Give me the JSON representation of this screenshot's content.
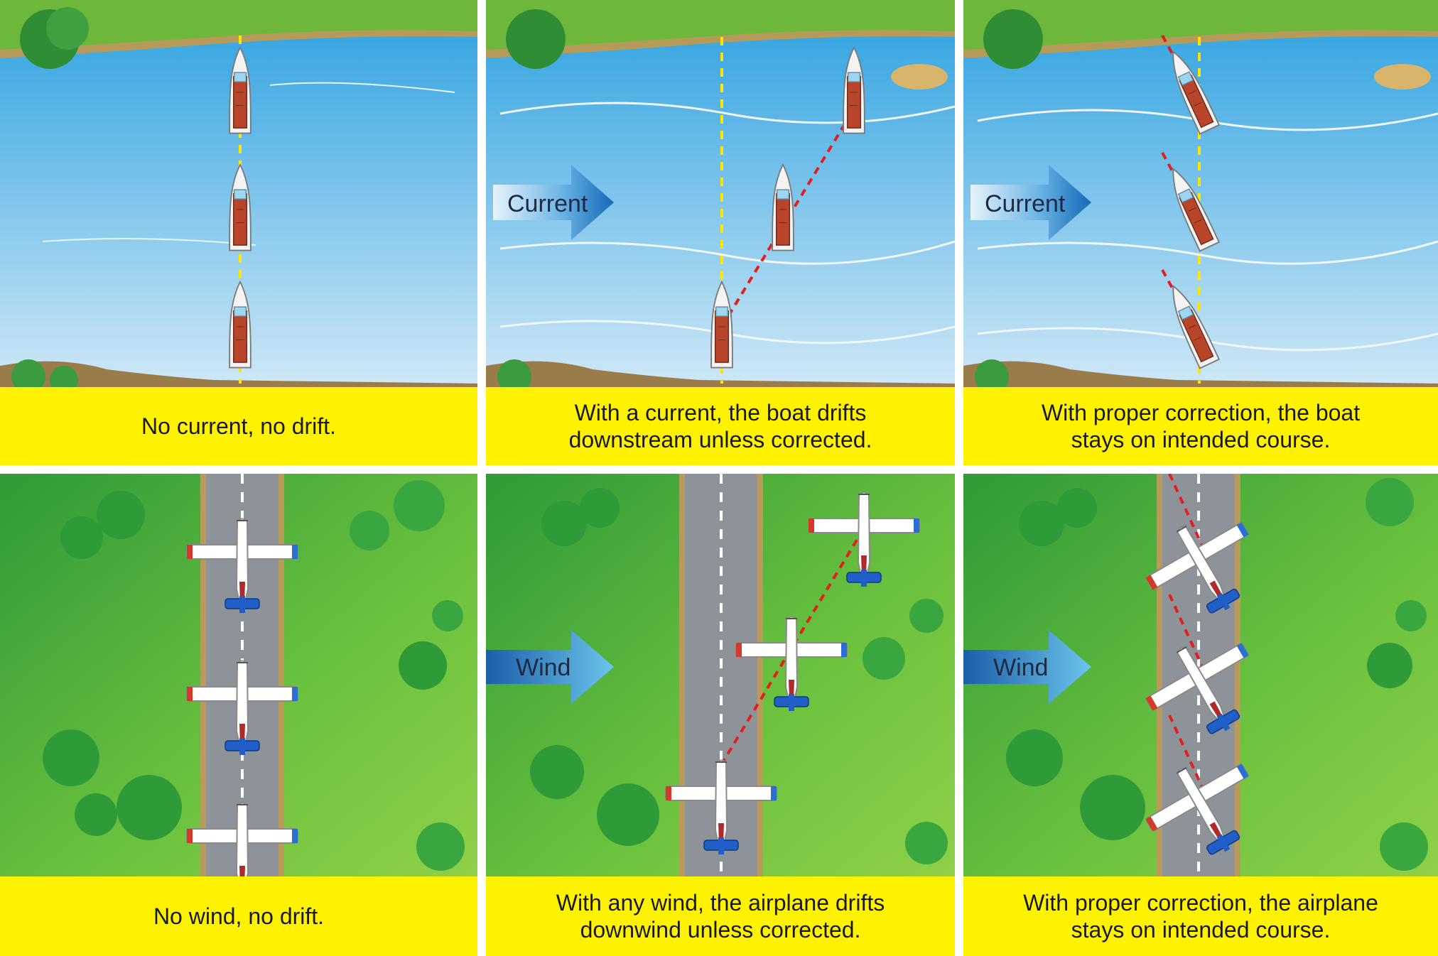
{
  "panels": [
    {
      "id": "boat-no-current",
      "caption": "No current, no drift."
    },
    {
      "id": "boat-current-drift",
      "caption_line1": "With a current, the boat drifts",
      "caption_line2": "downstream unless corrected.",
      "arrow_label": "Current"
    },
    {
      "id": "boat-corrected",
      "caption_line1": "With proper correction, the boat",
      "caption_line2": "stays on intended course.",
      "arrow_label": "Current"
    },
    {
      "id": "plane-no-wind",
      "caption": "No wind, no drift."
    },
    {
      "id": "plane-wind-drift",
      "caption_line1": "With any wind, the airplane drifts",
      "caption_line2": "downwind unless corrected.",
      "arrow_label": "Wind"
    },
    {
      "id": "plane-corrected",
      "caption_line1": "With proper correction, the airplane",
      "caption_line2": "stays on intended course.",
      "arrow_label": "Wind"
    }
  ],
  "colors": {
    "caption_bg": "#fff200",
    "water": "#5fb4e6",
    "grass": "#4caf3a",
    "runway": "#8e9299",
    "course_line": "#ffe600",
    "drift_line": "#e02020",
    "arrow": "#1e6fc0"
  }
}
